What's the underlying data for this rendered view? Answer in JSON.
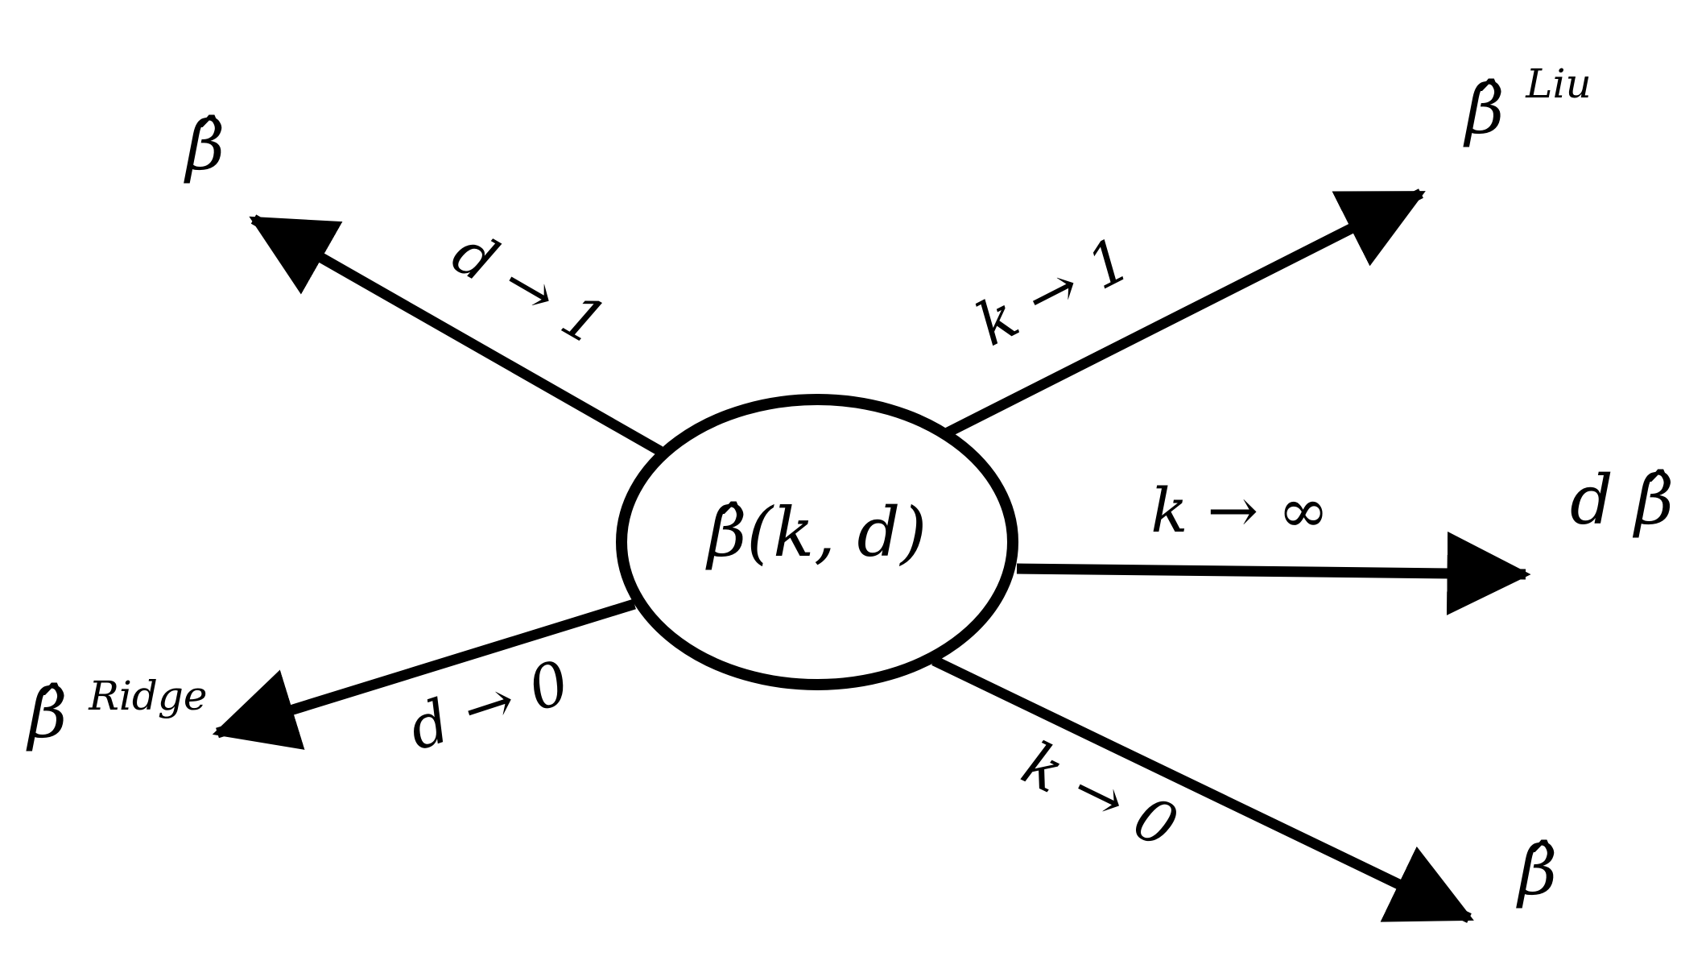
{
  "center": {
    "label": "β̂(k, d)"
  },
  "targets": {
    "upper_left": {
      "base": "β̂",
      "sup": ""
    },
    "upper_right": {
      "base": "β̂",
      "sup": "Liu"
    },
    "right": {
      "prefix": "d",
      "base": "β̂"
    },
    "lower_left": {
      "base": "β̂",
      "sup": "Ridge"
    },
    "lower_right": {
      "base": "β̂",
      "sup": ""
    }
  },
  "edges": {
    "d_to_1": "d → 1",
    "k_to_1": "k → 1",
    "k_to_inf": "k → ∞",
    "d_to_0": "d → 0",
    "k_to_0": "k → 0"
  }
}
